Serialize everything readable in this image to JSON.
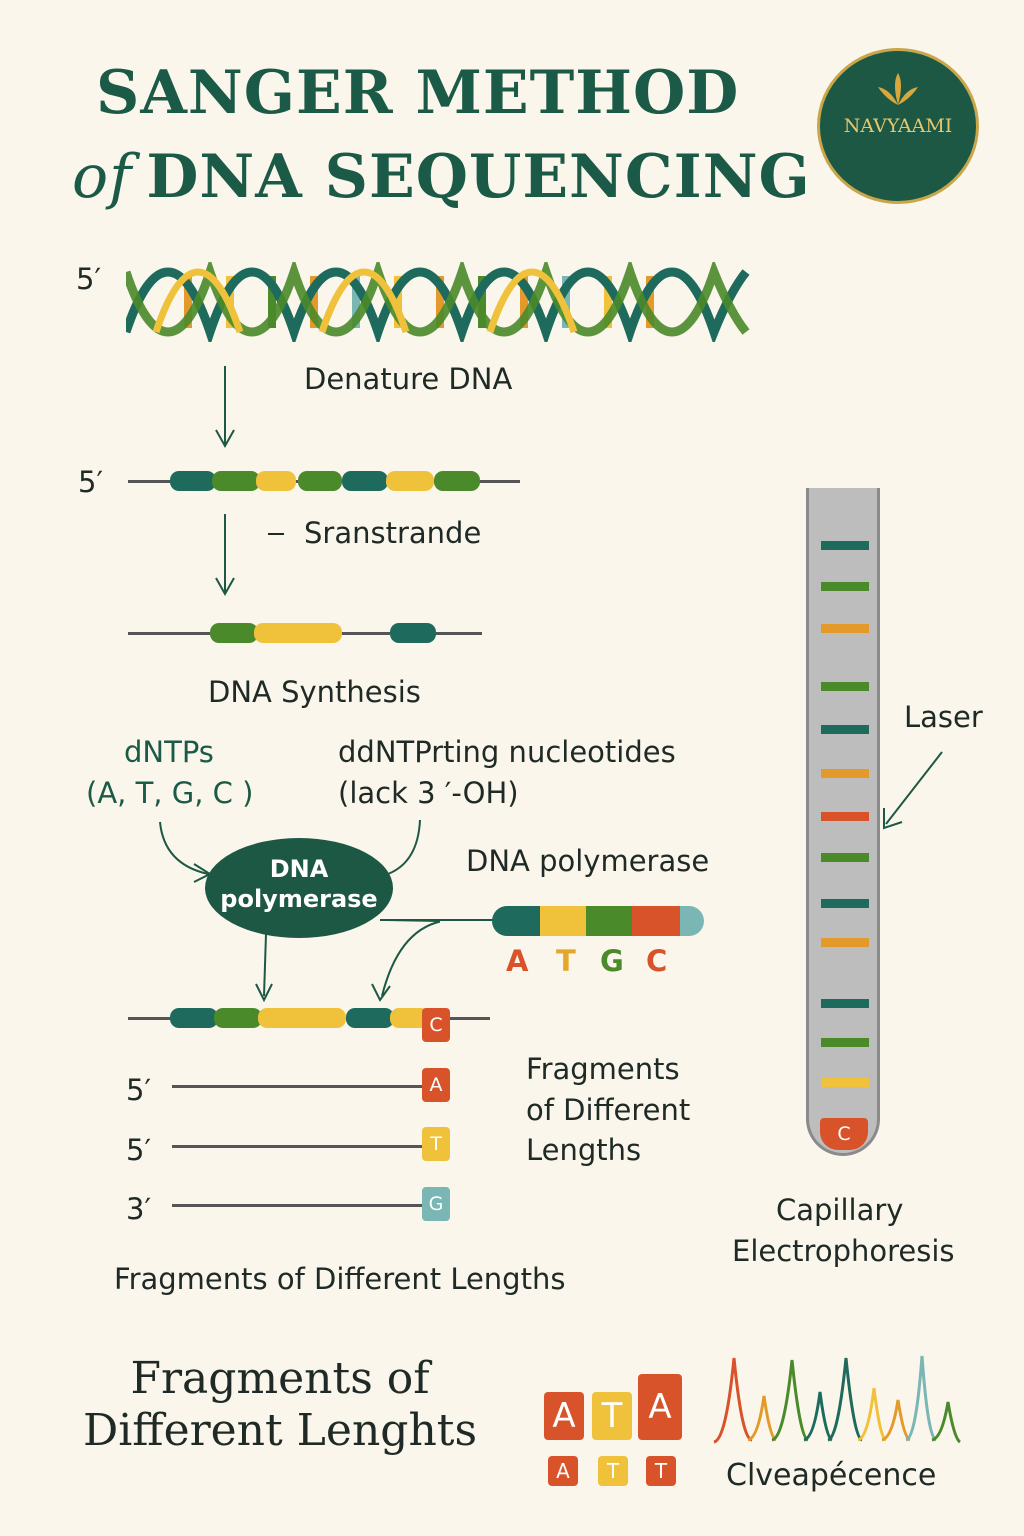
{
  "title": {
    "line1": "SANGER METHOD",
    "of": "of",
    "line2": "DNA SEQUENCING"
  },
  "logo": {
    "text": "NAVYAAMI",
    "icon": "leaf-sprout-icon"
  },
  "helix": {
    "prime_label": "5′",
    "caption": "Denature DNA"
  },
  "single_strand": {
    "prime_label": "5′",
    "caption": "Sranstrande"
  },
  "synthesis": {
    "caption": "DNA Synthesis"
  },
  "dntps": {
    "line1": "dNTPs",
    "line2": "(A, T, G, C  )"
  },
  "ddntps": {
    "line1": "ddNTPrting nucleotides",
    "line2": "(lack 3 ′-OH)"
  },
  "enzyme": {
    "line1": "DNA",
    "line2": "polymerase"
  },
  "polymerase_label": "DNA polymerase",
  "bases": [
    "A",
    "T",
    "G",
    "C"
  ],
  "product_tag": "C",
  "fragments": [
    {
      "prime": "5′",
      "tag": "A"
    },
    {
      "prime": "5′",
      "tag": "T"
    },
    {
      "prime": "3′",
      "tag": "G"
    }
  ],
  "fragments_side_label": [
    "Fragments",
    "of Different",
    "Lengths"
  ],
  "fragments_caption": "Fragments of Different Lengths",
  "laser_label": "Laser",
  "capillary_tag": "C",
  "capillary_caption": [
    "Capillary",
    "Electrophoresis"
  ],
  "bottom_title": [
    "Fragments of",
    "Different Lenghts"
  ],
  "tiles_top": [
    "A",
    "T",
    "A"
  ],
  "tiles_bottom": [
    "A",
    "T",
    "T"
  ],
  "chromatogram_label": "Clveapécence",
  "colors": {
    "dark_green": "#1c5844",
    "teal": "#1e6b5e",
    "green": "#4a8a2a",
    "yellow": "#f0c23c",
    "orange": "#e39a2a",
    "red": "#d8532a",
    "light_teal": "#7ab6b4"
  }
}
